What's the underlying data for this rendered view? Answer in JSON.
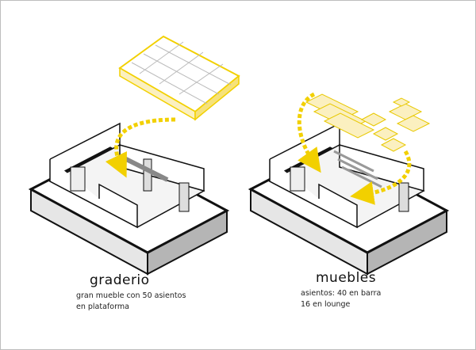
{
  "left": {
    "title": "graderio",
    "desc_line1": "gran mueble con 50 asientos",
    "desc_line2": "en plataforma"
  },
  "right": {
    "title": "muebles",
    "desc_line1": "asientos: 40 en barra",
    "desc_line2": "16 en lounge"
  },
  "colors": {
    "accent": "#f2d000",
    "furniture_fill": "#fbf0c0",
    "slab_side": "#bdbdbd",
    "outline": "#111111"
  }
}
